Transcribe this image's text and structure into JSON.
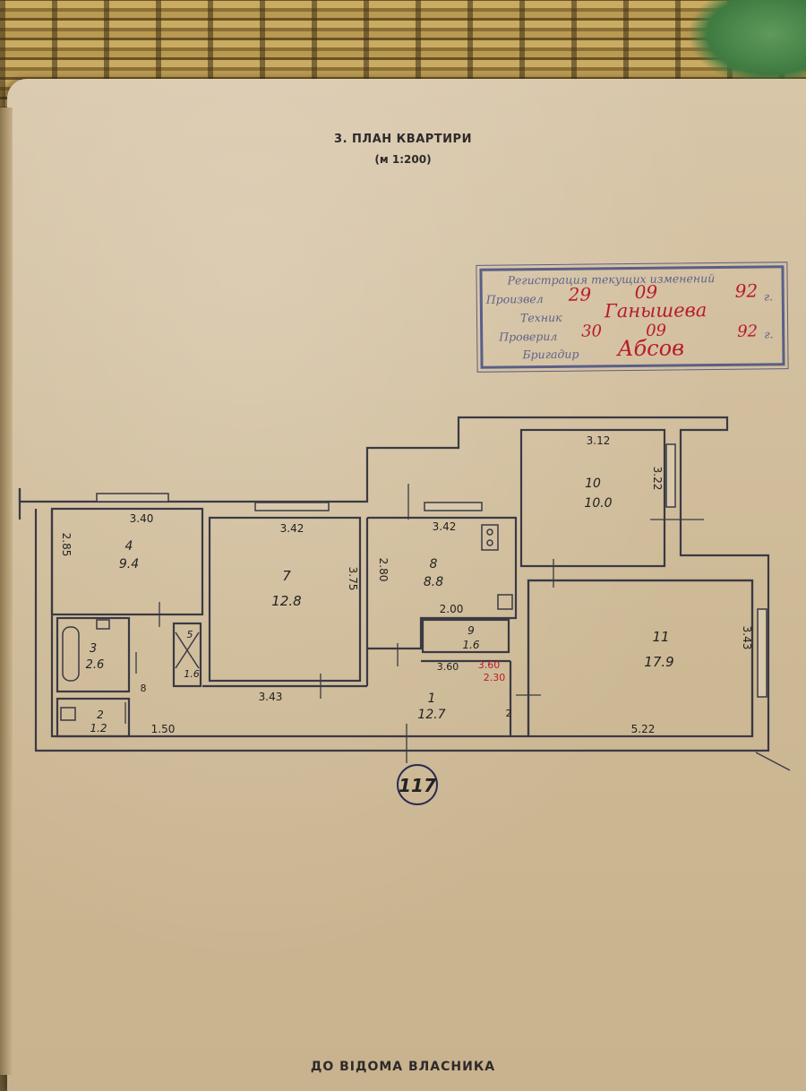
{
  "document": {
    "title": "3. ПЛАН КВАРТИРИ",
    "scale": "(м 1:200)",
    "footer": "ДО ВІДОМА ВЛАСНИКА",
    "apartment_number": "117"
  },
  "stamp": {
    "line1": "Регистрация текущих изменений",
    "line2_label": "Произвел",
    "line2_date_day": "29",
    "line2_date_month": "09",
    "line2_date_year": "92",
    "line2_suffix": "г.",
    "line3_label": "Техник",
    "line3_name": "Ганышева",
    "line4_label": "Проверил",
    "line4_date_day": "30",
    "line4_date_month": "09",
    "line4_date_year": "92",
    "line4_suffix": "г.",
    "line5_label": "Бригадир",
    "line5_name": "Абсов",
    "ink_color": "#5a5f86",
    "handwriting_color": "#b81c2c"
  },
  "rooms": [
    {
      "number": "1",
      "area": "12.7"
    },
    {
      "number": "2",
      "area": "1.2"
    },
    {
      "number": "3",
      "area": "2.6"
    },
    {
      "number": "4",
      "area": "9.4"
    },
    {
      "number": "5",
      "area": "1.6"
    },
    {
      "number": "7",
      "area": "12.8"
    },
    {
      "number": "8",
      "area": "8.8"
    },
    {
      "number": "9",
      "area": "1.6"
    },
    {
      "number": "10",
      "area": "10.0"
    },
    {
      "number": "11",
      "area": "17.9"
    }
  ],
  "dimensions": {
    "room4_width": "3.40",
    "room4_height": "2.85",
    "room7_top": "3.42",
    "room7_bottom": "3.43",
    "room7_height": "3.75",
    "room8_top": "3.42",
    "room8_height": "2.80",
    "room8_partition": "2.00",
    "corridor_width": "1.50",
    "room10_width": "3.12",
    "room10_height": "3.22",
    "room11_width": "5.22",
    "room11_height": "3.43",
    "corrected_area_old": "3.60",
    "corrected_area_new": "3.60",
    "corrected_area_extra": "2.30",
    "small_dim_1": "8",
    "small_dim_2": "2"
  }
}
